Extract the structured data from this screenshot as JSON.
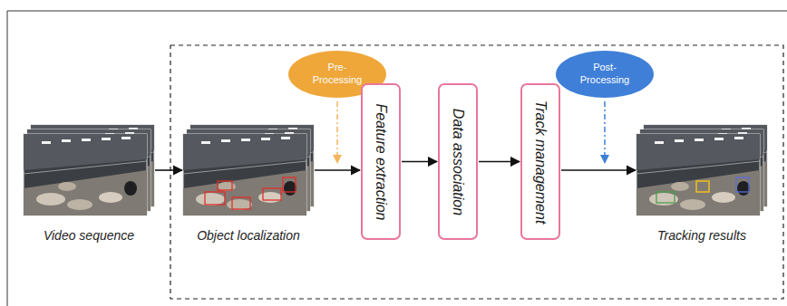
{
  "diagram": {
    "nodes": [
      {
        "text": [
          "Video sequence"
        ]
      },
      {
        "text": [
          "Object localization"
        ]
      },
      {
        "text": [
          "Pre-Processing"
        ]
      },
      {
        "text": [
          "Feature extraction"
        ]
      },
      {
        "text": [
          "Data association"
        ]
      },
      {
        "text": [
          "Track management"
        ]
      },
      {
        "text": [
          "Post-Processing"
        ]
      },
      {
        "text": [
          "Tracking results"
        ]
      }
    ],
    "edges": [
      {
        "from": 0,
        "to": 1,
        "arrow": "to"
      },
      {
        "from": 1,
        "to": 3,
        "arrow": "to"
      },
      {
        "from": 3,
        "to": 4,
        "arrow": "to"
      },
      {
        "from": 4,
        "to": 5,
        "arrow": "to"
      },
      {
        "from": 5,
        "to": 7,
        "arrow": "to"
      }
    ]
  }
}
